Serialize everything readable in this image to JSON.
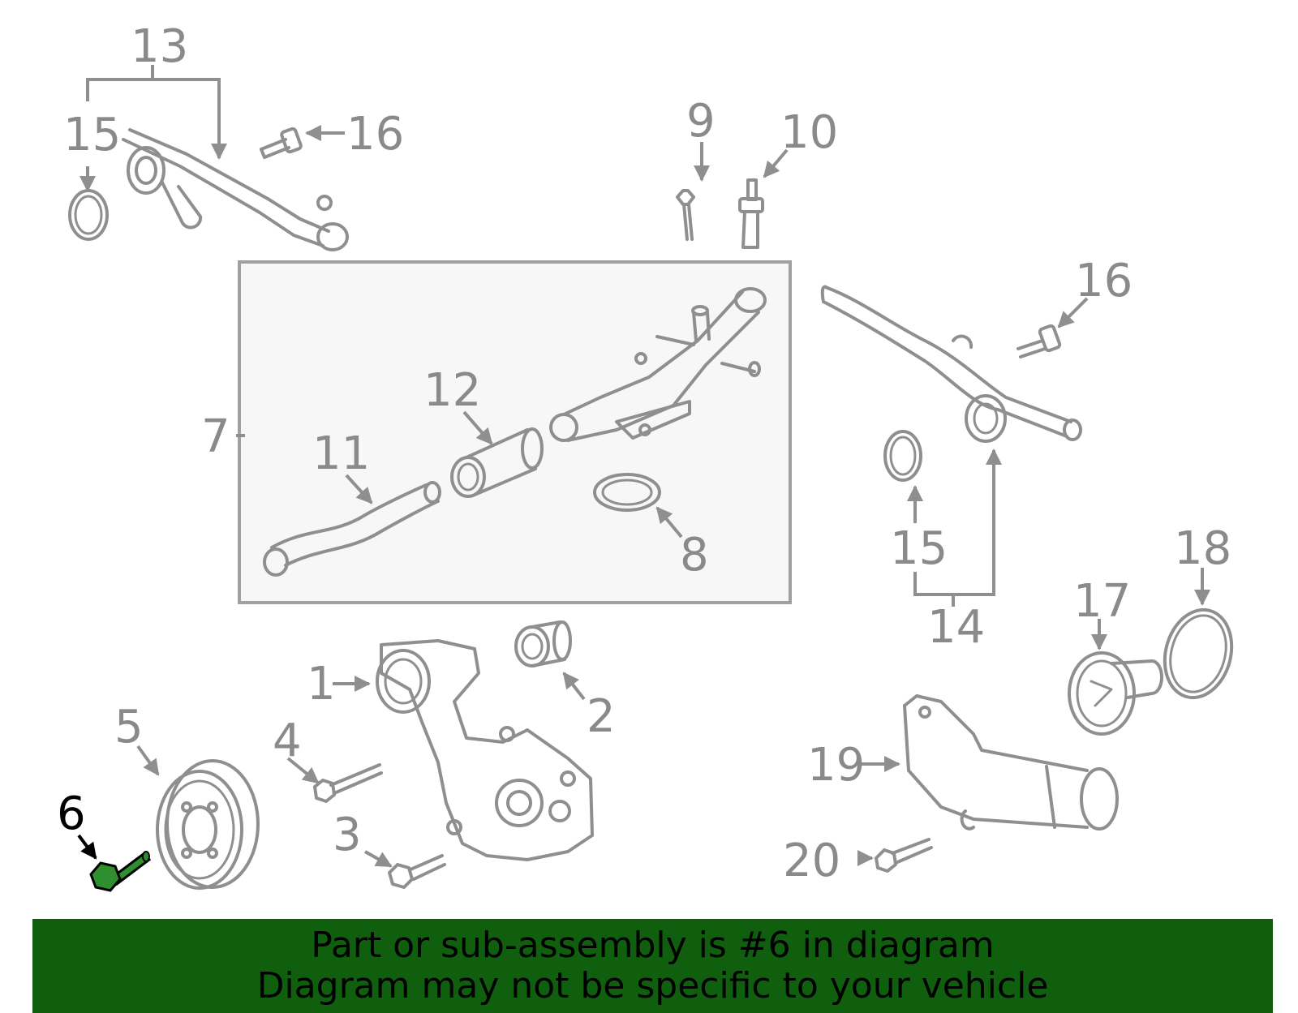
{
  "callouts": {
    "c1": "1",
    "c2": "2",
    "c3": "3",
    "c4": "4",
    "c5": "5",
    "c6": "6",
    "c7": "7",
    "c8": "8",
    "c9": "9",
    "c10": "10",
    "c11": "11",
    "c12": "12",
    "c13": "13",
    "c14": "14",
    "c15a": "15",
    "c15b": "15",
    "c16a": "16",
    "c16b": "16",
    "c17": "17",
    "c18": "18",
    "c19": "19",
    "c20": "20"
  },
  "highlight": {
    "part_number": "6",
    "color": "#2f8f2f"
  },
  "banner": {
    "line1": "Part or sub-assembly is #6 in diagram",
    "line2": "Diagram may not be specific to your vehicle",
    "background": "#0f5f0f"
  }
}
